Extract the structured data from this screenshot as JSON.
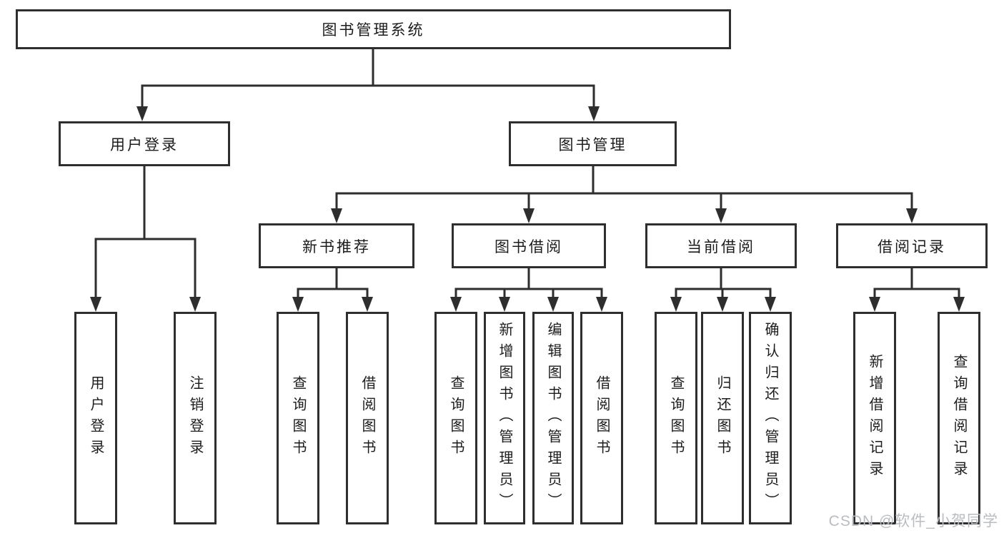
{
  "tree": {
    "root": {
      "label": "图书管理系统",
      "children": [
        {
          "label": "用户登录",
          "children": [
            {
              "label": "用户登录"
            },
            {
              "label": "注销登录"
            }
          ]
        },
        {
          "label": "图书管理",
          "children": [
            {
              "label": "新书推荐",
              "children": [
                {
                  "label": "查询图书"
                },
                {
                  "label": "借阅图书"
                }
              ]
            },
            {
              "label": "图书借阅",
              "children": [
                {
                  "label": "查询图书"
                },
                {
                  "label": "新增图书（管理员）"
                },
                {
                  "label": "编辑图书（管理员）"
                },
                {
                  "label": "借阅图书"
                }
              ]
            },
            {
              "label": "当前借阅",
              "children": [
                {
                  "label": "查询图书"
                },
                {
                  "label": "归还图书"
                },
                {
                  "label": "确认归还（管理员）"
                }
              ]
            },
            {
              "label": "借阅记录",
              "children": [
                {
                  "label": "新增借阅记录"
                },
                {
                  "label": "查询借阅记录"
                }
              ]
            }
          ]
        }
      ]
    }
  },
  "watermark": {
    "text": "CSDN @软件_小贺同学"
  },
  "colors": {
    "background": "#ffffff",
    "line": "#2e2e2e",
    "text": "#1c1c1c",
    "watermark": "#b9bcc1"
  }
}
